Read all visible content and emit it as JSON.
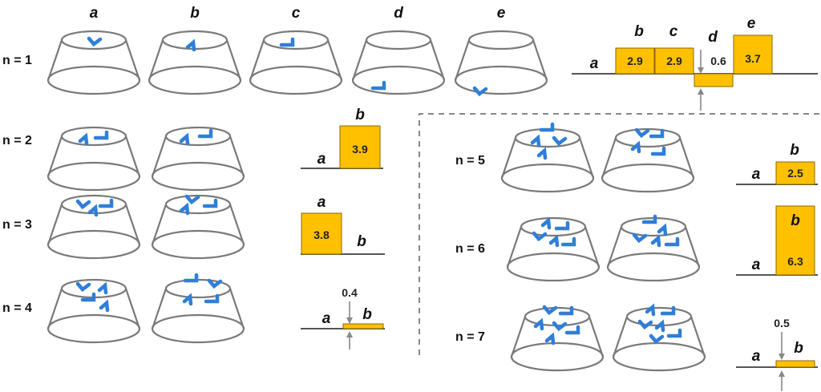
{
  "column_labels": [
    "a",
    "b",
    "c",
    "d",
    "e"
  ],
  "row_labels": [
    "n = 1",
    "n = 2",
    "n = 3",
    "n = 4",
    "n = 5",
    "n = 6",
    "n = 7"
  ],
  "colors": {
    "bar": "#ffc000",
    "molecule": "#2f7fd8",
    "cone": "#7a7a7a"
  },
  "energy_panels": [
    {
      "id": "n1",
      "base_label": "a",
      "bars": [
        {
          "label": "b",
          "value": "2.9"
        },
        {
          "label": "c",
          "value": "2.9"
        },
        {
          "label": "d",
          "value": "0.6"
        },
        {
          "label": "e",
          "value": "3.7"
        }
      ]
    },
    {
      "id": "n2",
      "base_label": "a",
      "bars": [
        {
          "label": "b",
          "value": "3.9"
        }
      ]
    },
    {
      "id": "n3",
      "top_label": "a",
      "bar_value": "3.8",
      "base_label": "b"
    },
    {
      "id": "n4",
      "base_label": "a",
      "bar_label": "b",
      "small_value": "0.4"
    },
    {
      "id": "n5",
      "base_label": "a",
      "bar_label": "b",
      "bar_value": "2.5"
    },
    {
      "id": "n6",
      "base_label": "a",
      "bar_label": "b",
      "bar_value": "6.3"
    },
    {
      "id": "n7",
      "base_label": "a",
      "bar_label": "b",
      "small_value": "0.5"
    }
  ]
}
